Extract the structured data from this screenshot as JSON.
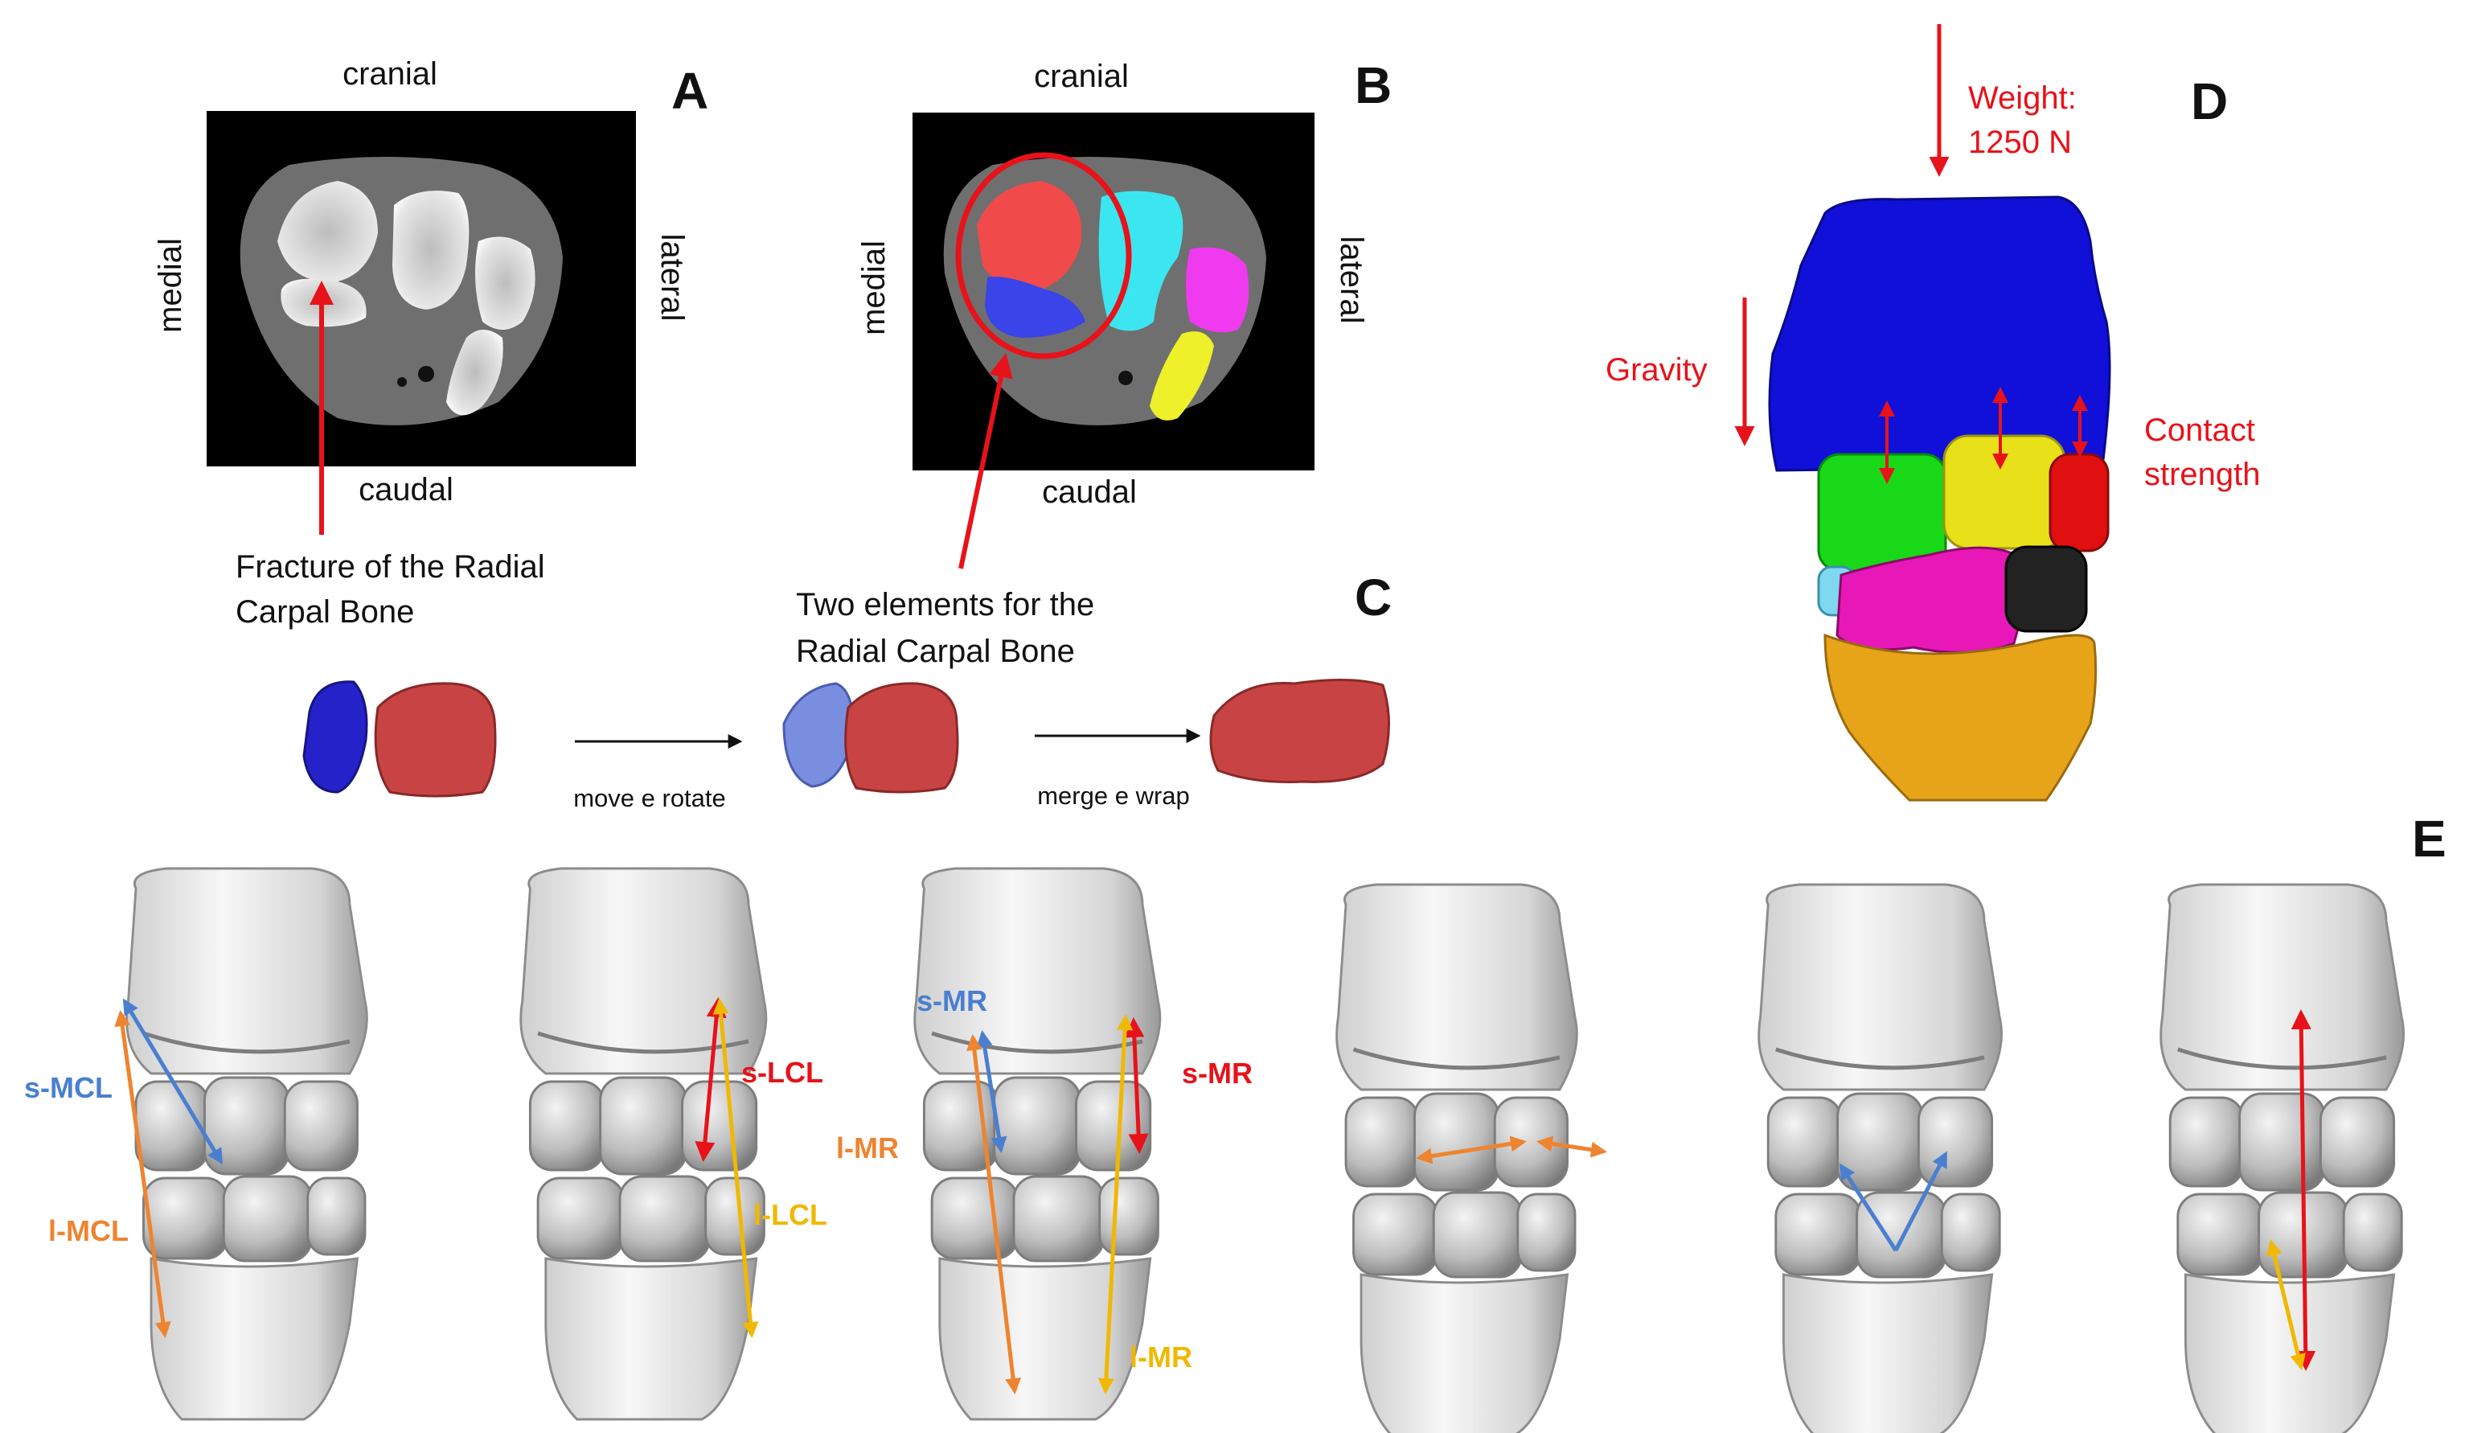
{
  "panels": {
    "a": {
      "letter": "A",
      "orientation": {
        "top": "cranial",
        "bottom": "caudal",
        "left": "medial",
        "right": "lateral"
      },
      "annotation_lines": [
        "Fracture of the Radial",
        "Carpal Bone"
      ]
    },
    "b": {
      "letter": "B",
      "orientation": {
        "top": "cranial",
        "bottom": "caudal",
        "left": "medial",
        "right": "lateral"
      },
      "annotation_lines": [
        "Two elements for the",
        "Radial Carpal Bone"
      ]
    },
    "c": {
      "letter": "C",
      "step1_label": "move e rotate",
      "step2_label": "merge e wrap"
    },
    "d": {
      "letter": "D",
      "weight_lines": [
        "Weight:",
        "1250 N"
      ],
      "gravity_label": "Gravity",
      "contact_lines": [
        "Contact",
        "strength"
      ],
      "bone_colors": {
        "radius": "#1010d8",
        "radial_carpal": "#18d818",
        "intermediate_carpal": "#e8e018",
        "ulnar_carpal": "#e01010",
        "third_carpal": "#e818b8",
        "fourth_carpal": "#222222",
        "second_carpal": "#80d8f0",
        "metacarpal": "#e8a418"
      }
    },
    "e": {
      "letter": "E",
      "ligament_labels": {
        "s_mcl": "s-MCL",
        "l_mcl": "l-MCL",
        "s_lcl": "s-LCL",
        "l_lcl": "l-LCL",
        "s_mr_left": "s-MR",
        "s_mr_right": "s-MR",
        "l_mr_left": "l-MR",
        "l_mr_right": "l-MR"
      }
    }
  },
  "colors": {
    "annotation_red": "#e8121a",
    "arrow_blue": "#4a7fd0",
    "arrow_orange": "#ee8430",
    "arrow_yellow": "#f0b800",
    "arrow_red": "#e8121a"
  }
}
